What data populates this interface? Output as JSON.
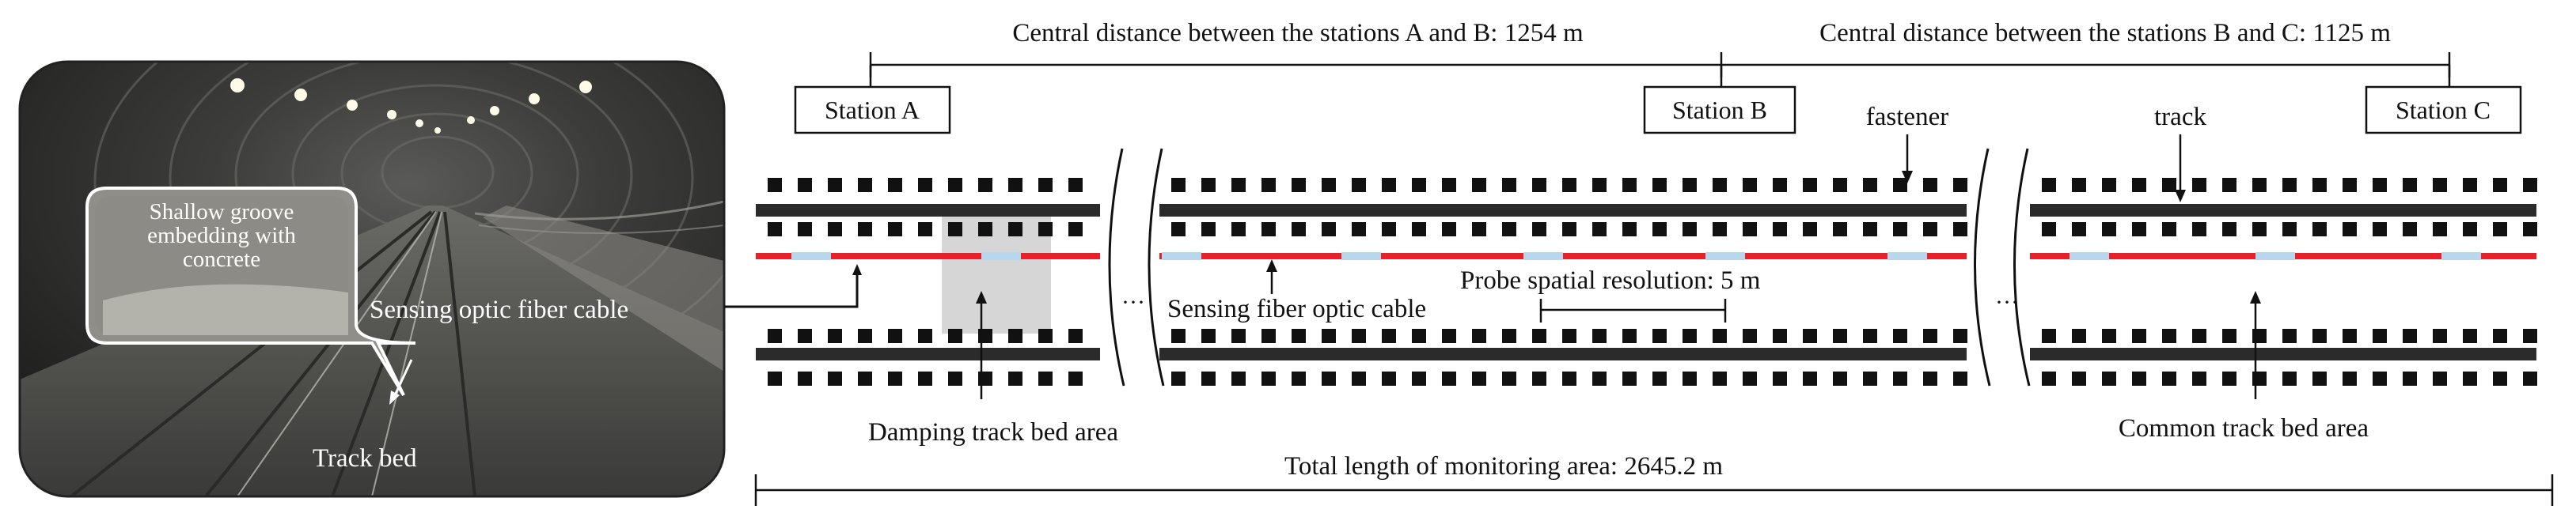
{
  "photo": {
    "bubble_lines": [
      "Shallow groove",
      "embedding with",
      "concrete"
    ],
    "cable_label": "Sensing optic fiber cable",
    "bed_label": "Track bed"
  },
  "distances": {
    "ab": "Central distance between the stations A and B: 1254 m",
    "bc": "Central distance between the stations B and C: 1125 m",
    "total": "Total length of monitoring area: 2645.2 m"
  },
  "stations": [
    "Station A",
    "Station B",
    "Station C"
  ],
  "labels": {
    "fastener": "fastener",
    "track": "track",
    "sensing_fiber": "Sensing fiber optic cable",
    "resolution": "Probe spatial resolution: 5 m",
    "damping": "Damping track bed area",
    "common": "Common track bed area",
    "ellipsis": "···"
  },
  "colors": {
    "fiber": "#e8202a",
    "probe": "#b8d6ec",
    "rail": "#2b2b2b",
    "damping": "#d6d6d6"
  }
}
